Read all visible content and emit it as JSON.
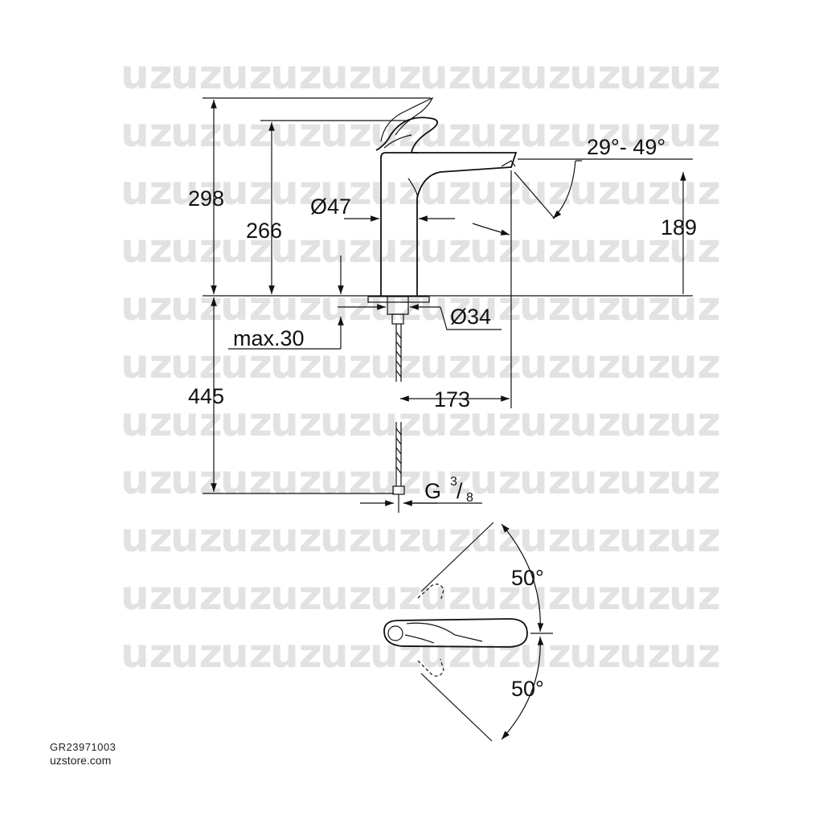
{
  "watermark": {
    "text": "uz"
  },
  "dimensions": {
    "overall_height": "298",
    "spout_height": "266",
    "body_diameter": "Ø47",
    "lever_angle": "29°- 49°",
    "spout_outlet_height": "189",
    "base_diameter": "Ø34",
    "max_deck_thickness": "max.30",
    "hose_length": "445",
    "spout_reach": "173",
    "connection": "G",
    "connection_num": "3",
    "connection_den": "8",
    "rotation_left": "50°",
    "rotation_right": "50°"
  },
  "footer": {
    "product_code": "GR23971003",
    "website": "uzstore.com"
  }
}
